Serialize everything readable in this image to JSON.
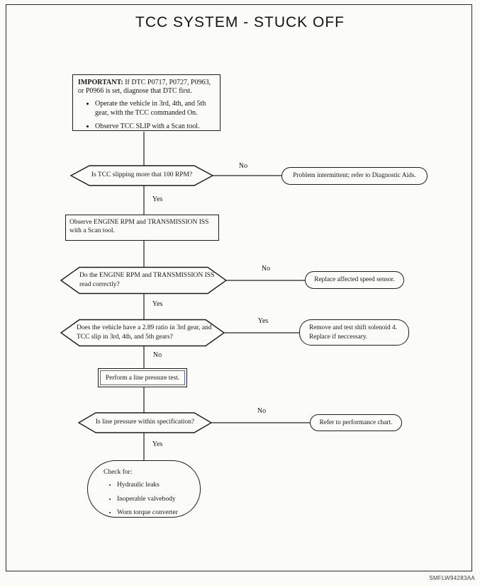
{
  "page": {
    "title": "TCC SYSTEM - STUCK OFF",
    "footer_code": "SMFLW94283AA"
  },
  "important": {
    "label": "IMPORTANT:",
    "intro": "If DTC P0717, P0727, P0963, or P0966 is set, diagnose that DTC first.",
    "bullets": [
      "Operate the vehicle in 3rd, 4th, and 5th gear, with the TCC commanded On.",
      "Observe TCC SLIP with a Scan tool."
    ]
  },
  "flow": {
    "d1": {
      "question": "Is TCC slipping more that 100 RPM?",
      "no_label": "No",
      "no_result": "Problem intermittent; refer to Diagnostic Aids.",
      "yes_label": "Yes"
    },
    "step_observe": "Observe ENGINE RPM and TRANSMISSION ISS\nwith a Scan tool.",
    "d2": {
      "question": "Do the ENGINE RPM and TRANSMISSION ISS\nread correctly?",
      "no_label": "No",
      "no_result": "Replace affected speed sensor.",
      "yes_label": "Yes"
    },
    "d3": {
      "question": "Does the vehicle have a 2.89 ratio in 3rd gear, and\nTCC slip in 3rd, 4th, and 5th gears?",
      "yes_label": "Yes",
      "yes_result": "Remove and test shift solenoid 4.\nReplace if neccessary.",
      "no_label": "No"
    },
    "step_pressure": "Perform a line pressure test.",
    "d4": {
      "question": "Is line pressure within specification?",
      "no_label": "No",
      "no_result": "Refer to performance chart.",
      "yes_label": "Yes"
    },
    "check": {
      "heading": "Check for:",
      "bullets": [
        "Hydraulic leaks",
        "Inoperable valvebody",
        "Worn torque converter"
      ]
    }
  },
  "colors": {
    "selection_blue": "#5560d2",
    "line": "#232323"
  }
}
